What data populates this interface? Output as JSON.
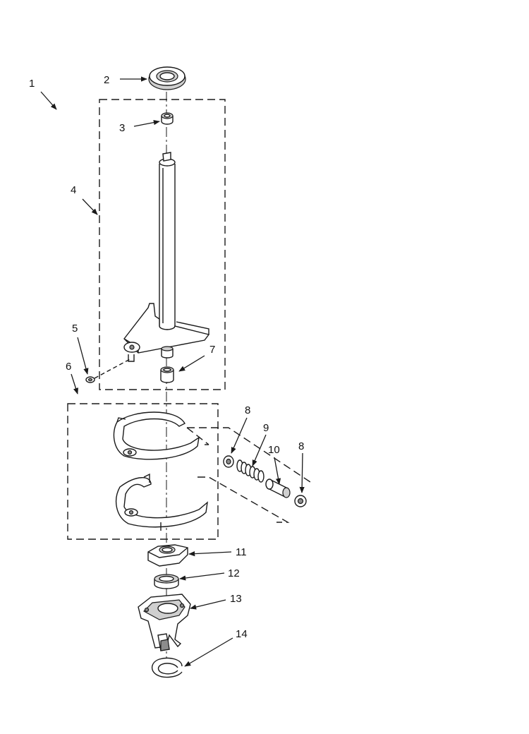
{
  "callouts": [
    {
      "id": "c1",
      "label": "1"
    },
    {
      "id": "c2",
      "label": "2"
    },
    {
      "id": "c3",
      "label": "3"
    },
    {
      "id": "c4",
      "label": "4"
    },
    {
      "id": "c5",
      "label": "5"
    },
    {
      "id": "c6",
      "label": "6"
    },
    {
      "id": "c7",
      "label": "7"
    },
    {
      "id": "c8a",
      "label": "8"
    },
    {
      "id": "c9",
      "label": "9"
    },
    {
      "id": "c10",
      "label": "10"
    },
    {
      "id": "c8b",
      "label": "8"
    },
    {
      "id": "c11",
      "label": "11"
    },
    {
      "id": "c12",
      "label": "12"
    },
    {
      "id": "c13",
      "label": "13"
    },
    {
      "id": "c14",
      "label": "14"
    }
  ]
}
